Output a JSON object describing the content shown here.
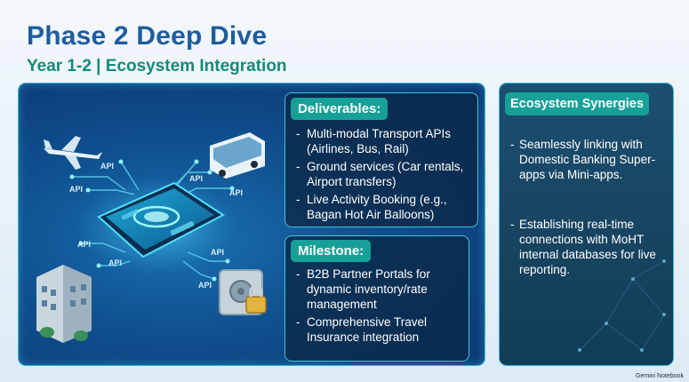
{
  "header": {
    "title": "Phase 2 Deep Dive",
    "subtitle": "Year 1-2 | Ecosystem Integration"
  },
  "illustration": {
    "api_label": "API",
    "icons": [
      "airplane-icon",
      "bus-icon",
      "smartphone-icon",
      "office-building-icon",
      "vault-lock-icon"
    ]
  },
  "deliverables": {
    "heading": "Deliverables:",
    "items": [
      "Multi-modal Transport APIs (Airlines, Bus, Rail)",
      "Ground services (Car rentals, Airport transfers)",
      "Live Activity Booking (e.g., Bagan Hot Air Balloons)"
    ]
  },
  "milestone": {
    "heading": "Milestone:",
    "items": [
      "B2B Partner Portals for dynamic inventory/rate management",
      "Comprehensive Travel Insurance integration"
    ]
  },
  "synergies": {
    "heading": "Ecosystem Synergies",
    "items": [
      "Seamlessly linking with Domestic Banking Super-apps via Mini-apps.",
      "Establishing real-time connections with MoHT internal databases for live reporting."
    ]
  },
  "watermark": "Gemini Notebook",
  "colors": {
    "title": "#1f5c9e",
    "subtitle": "#16897a",
    "panel": "#0f4f8e",
    "accent": "#17a098",
    "border": "#3fb8d8"
  }
}
